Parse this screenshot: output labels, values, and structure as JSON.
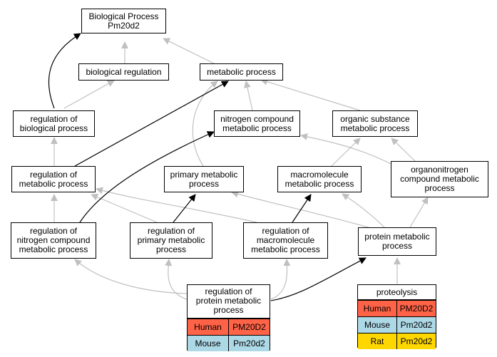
{
  "colors": {
    "gray_edge": "#c0c0c0",
    "black_edge": "#000000",
    "human": "#ff6347",
    "mouse": "#add8e6",
    "rat": "#ffd700"
  },
  "nodes": {
    "bp_root": "Biological Process\nPm20d2",
    "bio_reg": "biological regulation",
    "metabolic": "metabolic process",
    "reg_bio": "regulation of\nbiological process",
    "nitrogen": "nitrogen compound\nmetabolic process",
    "organic": "organic substance\nmetabolic process",
    "reg_met": "regulation of\nmetabolic process",
    "primary": "primary metabolic\nprocess",
    "macromol": "macromolecule\nmetabolic process",
    "organonitro": "organonitrogen\ncompound metabolic\nprocess",
    "reg_nitro": "regulation of\nnitrogen compound\nmetabolic process",
    "reg_primary": "regulation of\nprimary metabolic\nprocess",
    "reg_macro": "regulation of\nmacromolecule\nmetabolic process",
    "protein_met": "protein metabolic\nprocess"
  },
  "annotated": {
    "reg_protein": {
      "title": "regulation of\nprotein metabolic\nprocess",
      "rows": [
        {
          "species": "Human",
          "gene": "PM20D2"
        },
        {
          "species": "Mouse",
          "gene": "Pm20d2"
        }
      ]
    },
    "proteolysis": {
      "title": "proteolysis",
      "rows": [
        {
          "species": "Human",
          "gene": "PM20D2"
        },
        {
          "species": "Mouse",
          "gene": "Pm20d2"
        },
        {
          "species": "Rat",
          "gene": "Pm20d2"
        }
      ]
    }
  }
}
